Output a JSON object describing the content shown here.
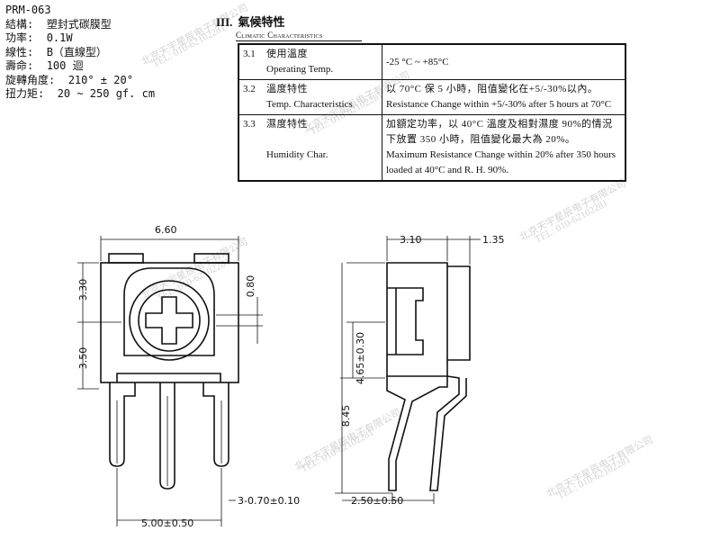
{
  "specs": {
    "model": "PRM-063",
    "structure_label": "結構:",
    "structure_value": "塑封式碳膜型",
    "power_label": "功率:",
    "power_value": "0.1W",
    "curve_label": "線性:",
    "curve_value": "B（直線型）",
    "life_label": "壽命:",
    "life_value": "100 迴",
    "angle_label": "旋轉角度:",
    "angle_value": "210° ± 20°",
    "torque_label": "扭力矩:",
    "torque_value": "20 ~ 250 gf. cm"
  },
  "climatic": {
    "roman": "III.",
    "title_zh": "氣候特性",
    "title_en": "Climatic Characteristics",
    "rows": [
      {
        "num": "3.1",
        "name_zh": "使用溫度",
        "name_en": "Operating Temp.",
        "value_zh": "",
        "value_en": "-25 °C ~ +85°C"
      },
      {
        "num": "3.2",
        "name_zh": "溫度特性",
        "name_en": "Temp. Characteristics",
        "value_zh": "以 70°C 保 5 小時，阻值變化在+5/-30%以內。",
        "value_en": "Resistance Change within +5/-30% after 5 hours at 70°C"
      },
      {
        "num": "3.3",
        "name_zh": "濕度特性",
        "name_en": "Humidity Char.",
        "value_zh": "加額定功率，以 40°C 溫度及相對濕度 90%的情況下放置 350 小時，阻值變化最大為 20%。",
        "value_en": "Maximum Resistance Change within 20% after 350 hours loaded at 40°C and R. H. 90%."
      }
    ]
  },
  "dimensions": {
    "width_top": "6.60",
    "height_upper": "3.30",
    "height_lower": "3.50",
    "shaft_slot": "0.80",
    "pin_pitch": "5.00±0.50",
    "pin_dim": "3-0.70±0.10",
    "side_depth": "3.10",
    "side_flange": "1.35",
    "side_center": "4.65±0.30",
    "side_total": "8.45",
    "side_pin_offset": "2.50±0.50"
  },
  "watermark": {
    "company": "北京天宇星辰电子有限公司",
    "tel": "TEL: 010-62102281"
  },
  "colors": {
    "line": "#111111",
    "watermark": "#c9c9c9"
  }
}
